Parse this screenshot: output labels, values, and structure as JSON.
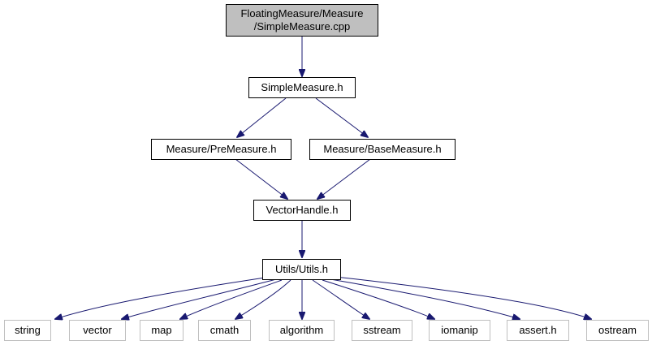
{
  "graph": {
    "root": {
      "line1": "FloatingMeasure/Measure",
      "line2": "/SimpleMeasure.cpp"
    },
    "nodes": {
      "simple_measure_h": "SimpleMeasure.h",
      "pre_measure_h": "Measure/PreMeasure.h",
      "base_measure_h": "Measure/BaseMeasure.h",
      "vector_handle_h": "VectorHandle.h",
      "utils_h": "Utils/Utils.h"
    },
    "system_headers": [
      "string",
      "vector",
      "map",
      "cmath",
      "algorithm",
      "sstream",
      "iomanip",
      "assert.h",
      "ostream"
    ],
    "colors": {
      "edge": "#191970",
      "root_fill": "#bfbfbf",
      "system_border": "#bfbfbf",
      "node_border": "#000000"
    }
  }
}
